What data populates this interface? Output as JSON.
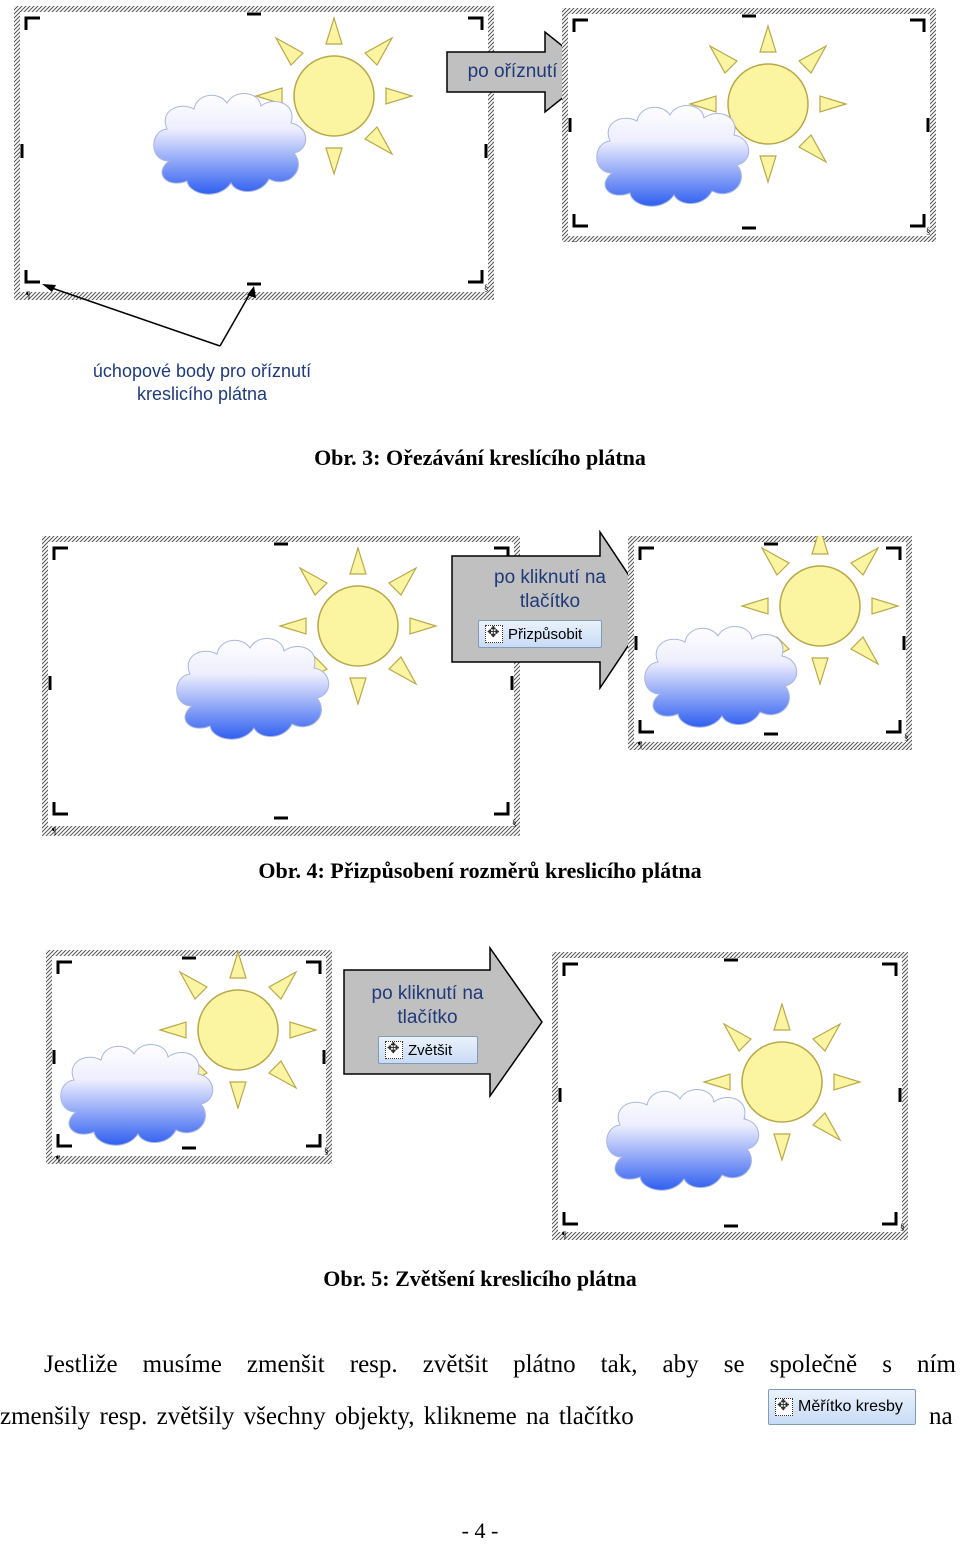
{
  "figure3": {
    "callout": "po oříznutí",
    "grip_label_line1": "úchopové body pro oříznutí",
    "grip_label_line2": "kreslicího plátna",
    "caption": "Obr. 3: Ořezávání kreslícího plátna"
  },
  "figure4": {
    "callout_line1": "po kliknutí na",
    "callout_line2": "tlačítko",
    "button_label": "Přizpůsobit",
    "caption": "Obr. 4: Přizpůsobení rozměrů kreslicího plátna"
  },
  "figure5": {
    "callout_line1": "po kliknutí na",
    "callout_line2": "tlačítko",
    "button_label": "Zvětšit",
    "caption": "Obr. 5: Zvětšení kreslicího plátna"
  },
  "paragraph": {
    "line1_words": [
      "Jestliže",
      "musíme",
      "zmenšit",
      "resp.",
      "zvětšit",
      "plátno",
      "tak,",
      "aby",
      "se",
      "společně",
      "s",
      "ním"
    ],
    "line2_start": "zmenšily resp. zvětšily všechny objekty, klikneme na tlačítko",
    "line2_end": "na",
    "button_label": "Měřítko kresby"
  },
  "page_number": "- 4 -",
  "colors": {
    "sun_fill": "#fbf4a0",
    "sun_stroke": "#b8a84a",
    "cloud_top": "#ffffff",
    "cloud_bottom": "#2f63f0",
    "arrow_fill": "#c0c0c0"
  }
}
